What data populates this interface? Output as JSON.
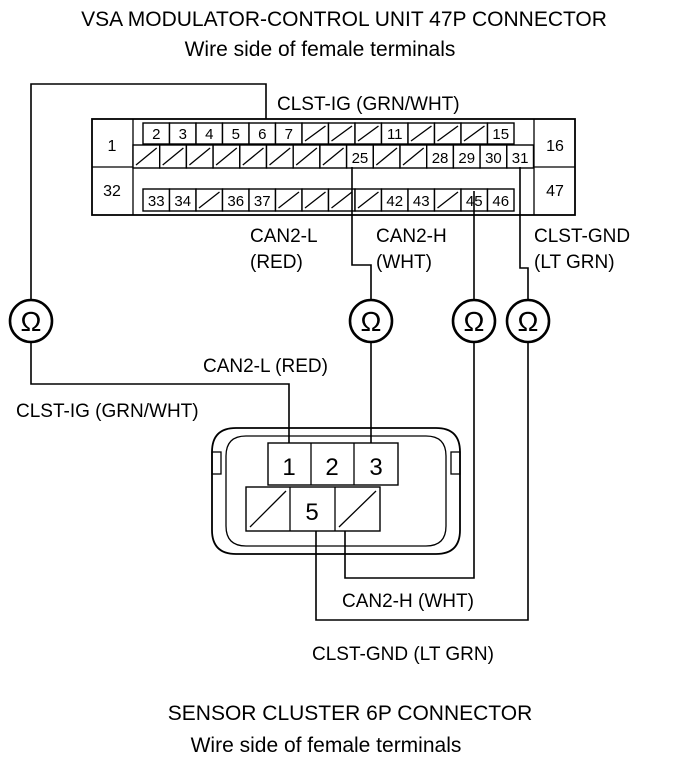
{
  "vsa_connector": {
    "title": "VSA MODULATOR-CONTROL UNIT 47P CONNECTOR",
    "subtitle": "Wire side of female terminals",
    "side_labels": [
      "1",
      "16",
      "32",
      "47"
    ],
    "row1": [
      "2",
      "3",
      "4",
      "5",
      "6",
      "7",
      "",
      "",
      "",
      "11",
      "",
      "",
      "",
      "15"
    ],
    "row2": [
      "",
      "",
      "",
      "",
      "",
      "",
      "",
      "",
      "25",
      "",
      "",
      "28",
      "29",
      "30",
      "31"
    ],
    "row3": [
      "33",
      "34",
      "",
      "36",
      "37",
      "",
      "",
      "",
      "",
      "42",
      "43",
      "",
      "45",
      "46"
    ]
  },
  "sensor_connector": {
    "title": "SENSOR CLUSTER 6P CONNECTOR",
    "subtitle": "Wire side of female terminals",
    "top_pins": [
      "1",
      "2",
      "3"
    ],
    "bottom_pins": [
      "",
      "5",
      ""
    ]
  },
  "wire_labels": {
    "clst_ig_top": "CLST-IG (GRN/WHT)",
    "can2l_top_1": "CAN2-L",
    "can2l_top_2": "(RED)",
    "can2h_top_1": "CAN2-H",
    "can2h_top_2": "(WHT)",
    "clst_gnd_top_1": "CLST-GND",
    "clst_gnd_top_2": "(LT GRN)",
    "can2l_mid": "CAN2-L (RED)",
    "clst_ig_mid": "CLST-IG (GRN/WHT)",
    "can2h_bottom": "CAN2-H (WHT)",
    "clst_gnd_bottom": "CLST-GND (LT GRN)"
  },
  "meters": {
    "symbol": "Ω",
    "icon": "ohmmeter-icon"
  }
}
